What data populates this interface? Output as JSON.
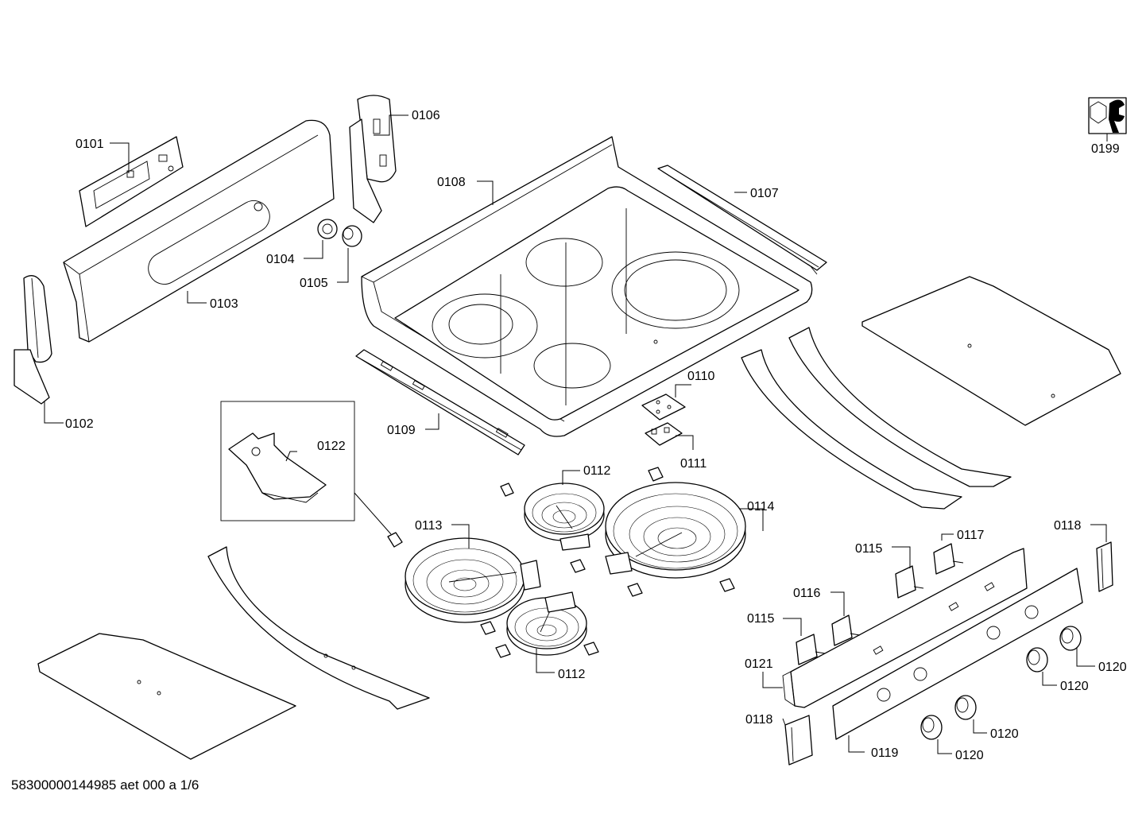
{
  "document_id": "58300000144985 aet 000 a 1/6",
  "tool_callout": {
    "label": "0199",
    "icon": "wrench-hex-icon"
  },
  "callouts": [
    {
      "id": "c0101",
      "label": "0101"
    },
    {
      "id": "c0102",
      "label": "0102"
    },
    {
      "id": "c0103",
      "label": "0103"
    },
    {
      "id": "c0104",
      "label": "0104"
    },
    {
      "id": "c0105",
      "label": "0105"
    },
    {
      "id": "c0106",
      "label": "0106"
    },
    {
      "id": "c0107",
      "label": "0107"
    },
    {
      "id": "c0108",
      "label": "0108"
    },
    {
      "id": "c0109",
      "label": "0109"
    },
    {
      "id": "c0110",
      "label": "0110"
    },
    {
      "id": "c0111",
      "label": "0111"
    },
    {
      "id": "c0112a",
      "label": "0112"
    },
    {
      "id": "c0112b",
      "label": "0112"
    },
    {
      "id": "c0113",
      "label": "0113"
    },
    {
      "id": "c0114",
      "label": "0114"
    },
    {
      "id": "c0115a",
      "label": "0115"
    },
    {
      "id": "c0115b",
      "label": "0115"
    },
    {
      "id": "c0116",
      "label": "0116"
    },
    {
      "id": "c0117",
      "label": "0117"
    },
    {
      "id": "c0118a",
      "label": "0118"
    },
    {
      "id": "c0118b",
      "label": "0118"
    },
    {
      "id": "c0119",
      "label": "0119"
    },
    {
      "id": "c0120a",
      "label": "0120"
    },
    {
      "id": "c0120b",
      "label": "0120"
    },
    {
      "id": "c0120c",
      "label": "0120"
    },
    {
      "id": "c0120d",
      "label": "0120"
    },
    {
      "id": "c0121",
      "label": "0121"
    },
    {
      "id": "c0122",
      "label": "0122"
    }
  ]
}
